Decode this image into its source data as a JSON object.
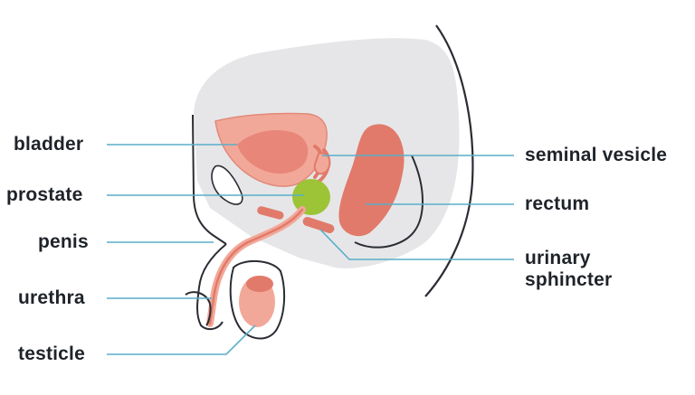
{
  "labels": {
    "bladder": "bladder",
    "prostate": "prostate",
    "penis": "penis",
    "urethra": "urethra",
    "testicle": "testicle",
    "seminal_vesicle": "seminal vesicle",
    "rectum": "rectum",
    "urinary_line1": "urinary",
    "urinary_line2": "sphincter"
  },
  "colors": {
    "leader_line": "#5aaec9",
    "outline": "#2a2d33",
    "body_fill": "#e6e6e8",
    "tissue_pink": "#f2a899",
    "tissue_red": "#e17a6a",
    "tissue_dark": "#d86d5e",
    "prostate_green": "#9cc436",
    "label_text": "#1f2329"
  }
}
